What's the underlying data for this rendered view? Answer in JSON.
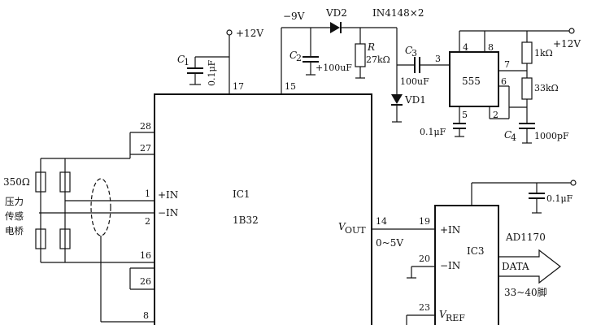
{
  "ic1": {
    "name": "IC1",
    "part": "1B32",
    "vout": "V",
    "vout_sub": "OUT",
    "range": "0~5V",
    "in_p": "+IN",
    "in_n": "−IN"
  },
  "ic3": {
    "name": "IC3",
    "in_p": "+IN",
    "in_n": "−IN",
    "vref": "V",
    "vref_sub": "REF",
    "part": "AD1170",
    "data": "DATA",
    "pins": "33~40脚"
  },
  "timer": {
    "name": "555"
  },
  "pins": {
    "p17": "17",
    "p15": "15",
    "p28": "28",
    "p27": "27",
    "p1": "1",
    "p2": "2",
    "p16": "16",
    "p26": "26",
    "p8": "8",
    "p14": "14",
    "p19": "19",
    "p20": "20",
    "p23": "23",
    "t4": "4",
    "t8": "8",
    "t3": "3",
    "t7": "7",
    "t6": "6",
    "t5": "5",
    "t2": "2"
  },
  "supply": {
    "pos_left": "+12V",
    "neg": "−9V",
    "pos_right": "+12V"
  },
  "components": {
    "c1": {
      "ref": "C",
      "sub": "1",
      "value": "0.1μF"
    },
    "c2": {
      "ref": "C",
      "sub": "2",
      "value": "+100uF"
    },
    "c3": {
      "ref": "C",
      "sub": "3",
      "value": "100uF"
    },
    "c4": {
      "ref": "C",
      "sub": "4",
      "value": "1000pF"
    },
    "c5": {
      "value": "0.1μF"
    },
    "c6": {
      "value": "0.1μF"
    },
    "r": {
      "ref": "R",
      "value": "27kΩ"
    },
    "r1k": {
      "value": "1kΩ"
    },
    "r33k": {
      "value": "33kΩ"
    },
    "vd2": {
      "ref": "VD2"
    },
    "vd1": {
      "ref": "VD1"
    },
    "diodes": {
      "part": "IN4148×2"
    }
  },
  "bridge": {
    "value": "350Ω",
    "line1": "压力",
    "line2": "传感",
    "line3": "电桥"
  }
}
